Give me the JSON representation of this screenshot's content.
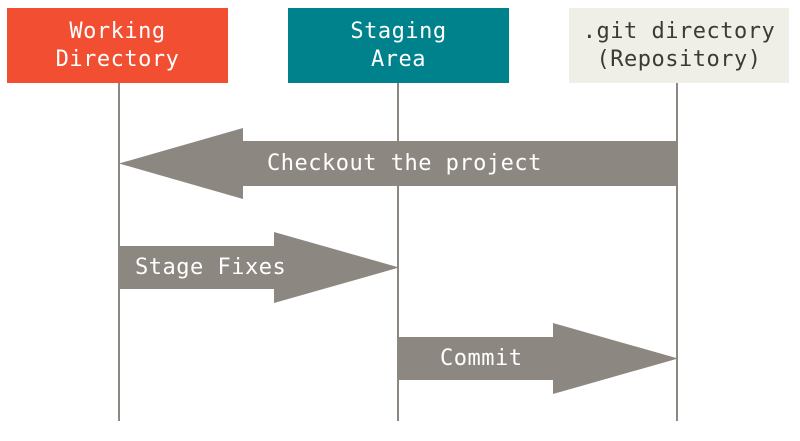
{
  "colors": {
    "working_bg": "#f14e32",
    "working_fg": "#ffffff",
    "staging_bg": "#00828c",
    "staging_fg": "#ffffff",
    "repo_bg": "#efefe8",
    "repo_fg": "#3b3a35",
    "arrow_fill": "#8d8781",
    "arrow_text": "#ffffff"
  },
  "columns": [
    {
      "line1": "Working",
      "line2": "Directory"
    },
    {
      "line1": "Staging",
      "line2": "Area"
    },
    {
      "line1": ".git directory",
      "line2": "(Repository)"
    }
  ],
  "arrows": [
    {
      "label": "Checkout the project",
      "direction": "left"
    },
    {
      "label": "Stage Fixes",
      "direction": "right"
    },
    {
      "label": "Commit",
      "direction": "right"
    }
  ]
}
